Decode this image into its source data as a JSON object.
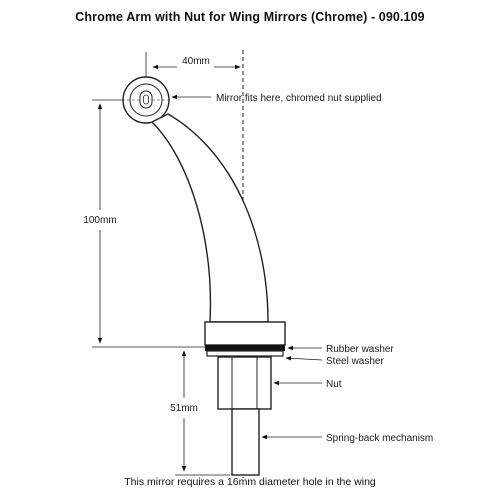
{
  "title": "Chrome Arm with Nut for Wing Mirrors (Chrome) - 090.109",
  "dimensions": {
    "width": "40mm",
    "arm_height": "100mm",
    "base_height": "51mm"
  },
  "callouts": {
    "mirror": "Mirror fits here, chromed nut supplied",
    "rubber_washer": "Rubber washer",
    "steel_washer": "Steel washer",
    "nut": "Nut",
    "spring_back": "Spring-back mechanism"
  },
  "footer_note": "This mirror requires a 16mm diameter hole in the wing"
}
